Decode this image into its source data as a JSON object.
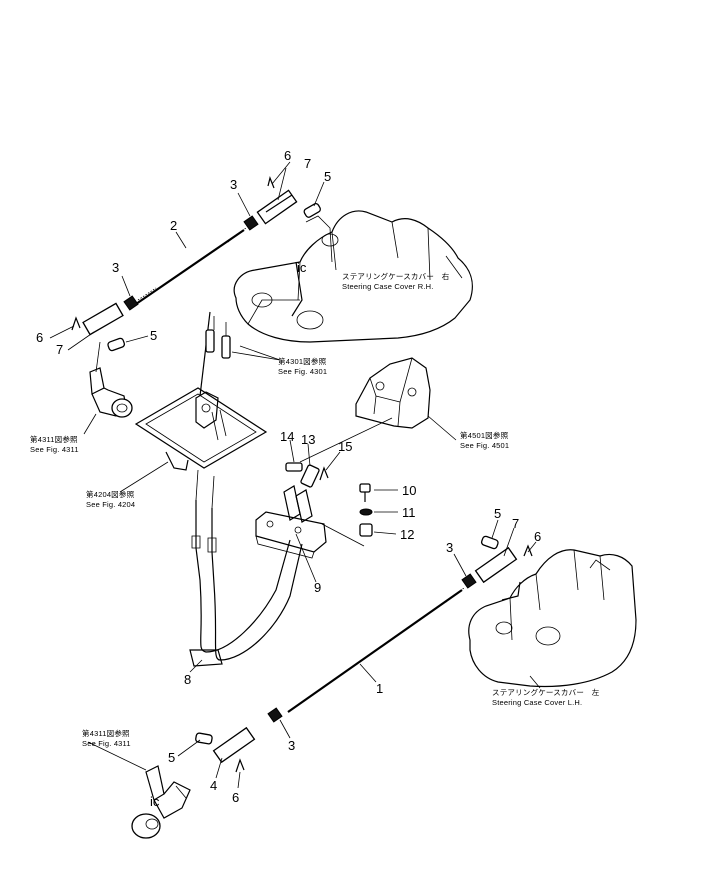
{
  "callouts": {
    "c1": "1",
    "c2": "2",
    "c3a": "3",
    "c3b": "3",
    "c3c": "3",
    "c3d": "3",
    "c4": "4",
    "c5a": "5",
    "c5b": "5",
    "c5c": "5",
    "c5d": "5",
    "c6a": "6",
    "c6b": "6",
    "c6c": "6",
    "c6d": "6",
    "c7a": "7",
    "c7b": "7",
    "c7c": "7",
    "c8": "8",
    "c9": "9",
    "c10": "10",
    "c11": "11",
    "c12": "12",
    "c13": "13",
    "c14": "14",
    "c15": "15"
  },
  "references": {
    "steering_rh_jp": "ステアリングケースカバー　右",
    "steering_rh_en": "Steering Case Cover R.H.",
    "steering_lh_jp": "ステアリングケースカバー　左",
    "steering_lh_en": "Steering Case Cover L.H.",
    "fig4301_jp": "第4301図参照",
    "fig4301_en": "See Fig. 4301",
    "fig4311a_jp": "第4311図参照",
    "fig4311a_en": "See Fig. 4311",
    "fig4204_jp": "第4204図参照",
    "fig4204_en": "See Fig. 4204",
    "fig4501_jp": "第4501図参照",
    "fig4501_en": "See Fig. 4501",
    "fig4311b_jp": "第4311図参照",
    "fig4311b_en": "See Fig. 4311"
  }
}
